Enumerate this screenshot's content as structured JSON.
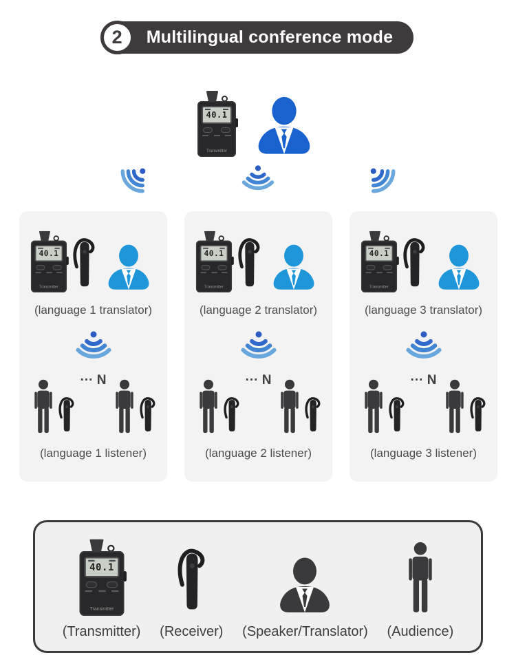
{
  "header": {
    "badge_number": "2",
    "title": "Multilingual conference mode"
  },
  "device": {
    "display": "40.1",
    "label": "Transmitter"
  },
  "cards": [
    {
      "translator_label": "(language 1 translator)",
      "n_label": "··· N",
      "listener_label": "(language 1 listener)"
    },
    {
      "translator_label": "(language 2 translator)",
      "n_label": "··· N",
      "listener_label": "(language 2 listener)"
    },
    {
      "translator_label": "(language 3 translator)",
      "n_label": "··· N",
      "listener_label": "(language 3 listener)"
    }
  ],
  "legend": {
    "items": [
      {
        "icon": "transmitter-device-icon",
        "label": "(Transmitter)"
      },
      {
        "icon": "receiver-earpiece-icon",
        "label": "(Receiver)"
      },
      {
        "icon": "speaker-translator-icon",
        "label": "(Speaker/Translator)"
      },
      {
        "icon": "audience-icon",
        "label": "(Audience)"
      }
    ]
  },
  "colors": {
    "title_bg": "#3f3b3c",
    "card_bg": "#f3f3f3",
    "legend_bg": "#f0f0f0",
    "legend_border": "#3a3a3a",
    "speaker_blue": "#1a63cf",
    "translator_blue": "#1e96d9",
    "dark_icon": "#3a3a3c",
    "wifi_dot": "#2a5cc2",
    "wifi_arc_inner": "#2e68c8",
    "wifi_arc_mid": "#4285d2",
    "wifi_arc_outer": "#6aa7dd",
    "label_text": "#4d4d4d"
  }
}
